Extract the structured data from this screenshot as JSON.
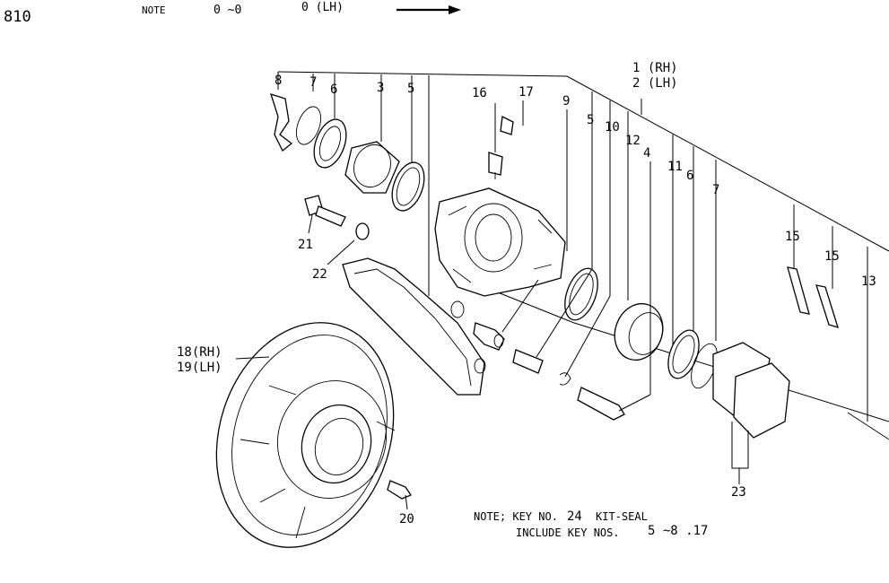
{
  "header": {
    "page_number": "810",
    "note_label": "NOTE",
    "note_range": "0 ~0",
    "note_side": "0 (LH)"
  },
  "callouts": {
    "c1": "1 (RH)",
    "c2": "2 (LH)",
    "c3": "3",
    "c4": "4",
    "c5a": "5",
    "c5b": "5",
    "c6a": "6",
    "c6b": "6",
    "c7a": "7",
    "c7b": "7",
    "c8": "8",
    "c9": "9",
    "c10": "10",
    "c11": "11",
    "c12": "12",
    "c13": "13",
    "c15a": "15",
    "c15b": "15",
    "c16": "16",
    "c17": "17",
    "c18": "18(RH)",
    "c19": "19(LH)",
    "c20": "20",
    "c21": "21",
    "c22": "22",
    "c23": "23"
  },
  "footnote": {
    "line1_prefix": "NOTE; KEY NO.",
    "line1_key": "24",
    "line1_suffix": "KIT-SEAL",
    "line2_prefix": "INCLUDE KEY NOS.",
    "line2_range": "5 ~8 .17"
  }
}
